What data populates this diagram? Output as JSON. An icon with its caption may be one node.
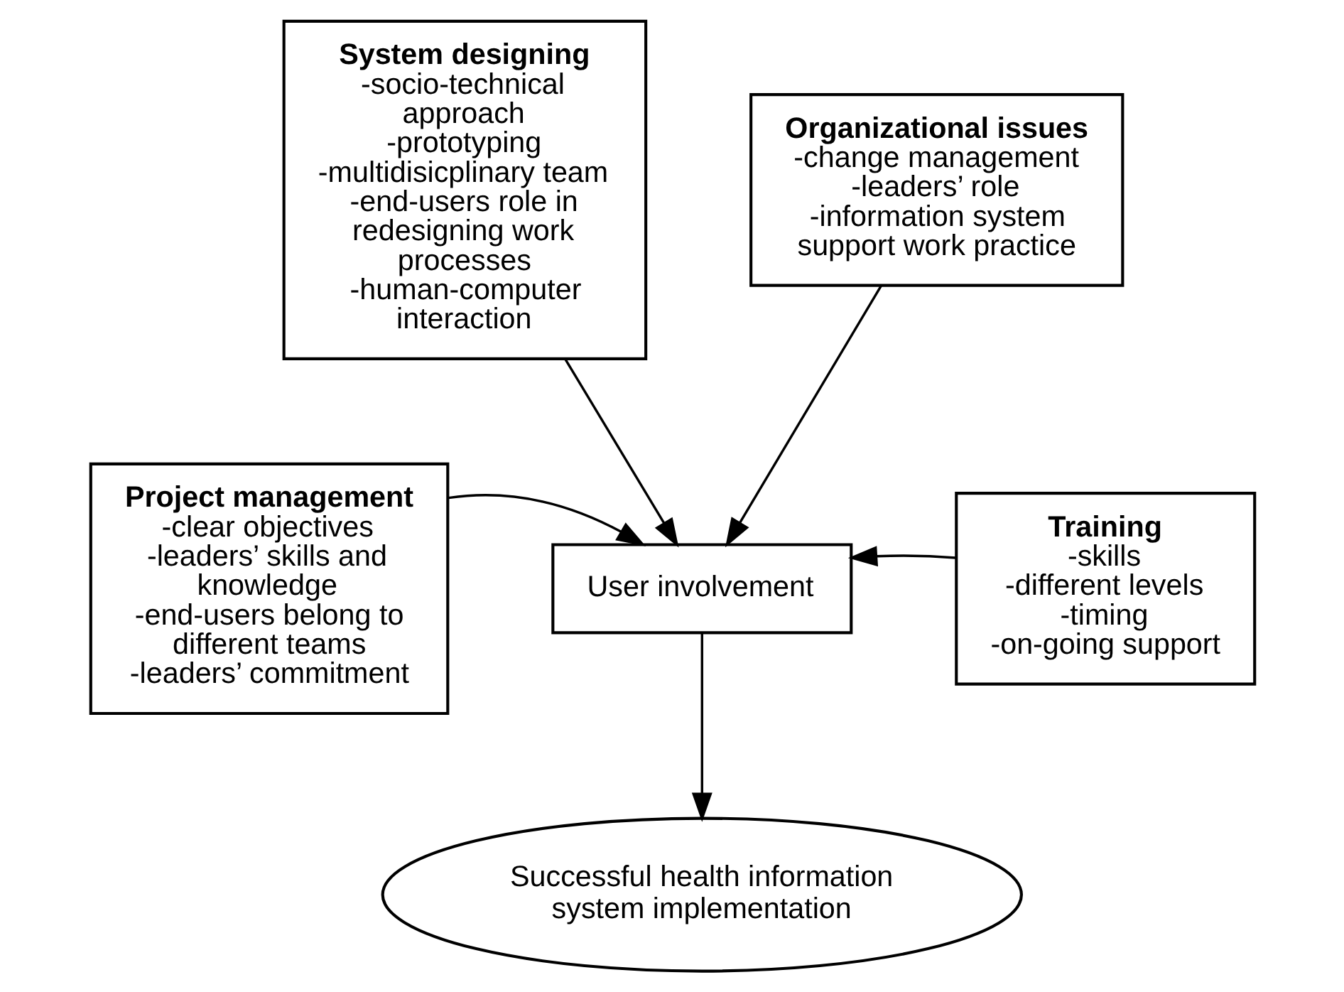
{
  "diagram": {
    "nodes": [
      {
        "text": [
          "System designing",
          "-socio-technical approach",
          "-prototyping",
          "-multidisicplinary team",
          "-end-users role in redesigning work processes",
          "-human-computer interaction"
        ]
      },
      {
        "text": [
          "Organizational issues",
          "-change management",
          "-leaders’ role",
          "-information system support work practice"
        ]
      },
      {
        "text": [
          "Project management",
          "-clear objectives",
          "-leaders’ skills and knowledge",
          "-end-users belong to different teams",
          "-leaders’ commitment"
        ]
      },
      {
        "text": [
          "User involvement"
        ]
      },
      {
        "text": [
          "Training",
          "-skills",
          "-different levels",
          "-timing",
          "-on-going support"
        ]
      },
      {
        "text": [
          "Successful health information system implementation"
        ]
      }
    ],
    "edges": [
      {
        "from": 0,
        "to": 3,
        "arrow": "to"
      },
      {
        "from": 1,
        "to": 3,
        "arrow": "to"
      },
      {
        "from": 2,
        "to": 3,
        "arrow": "to"
      },
      {
        "from": 4,
        "to": 3,
        "arrow": "to"
      },
      {
        "from": 3,
        "to": 5,
        "arrow": "to"
      }
    ]
  }
}
